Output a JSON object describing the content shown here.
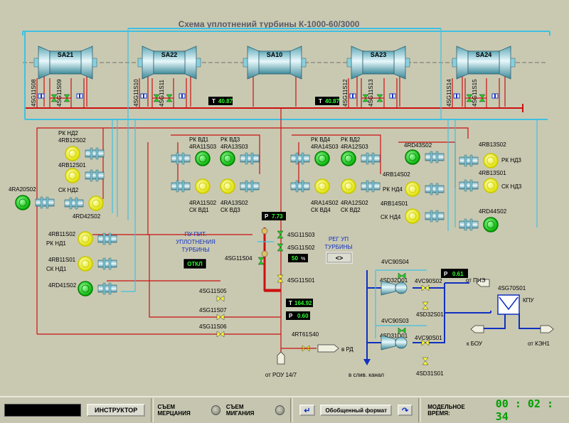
{
  "title": "Схема уплотнений турбины К-1000-60/3000",
  "cylinders": [
    "SA21",
    "SA22",
    "SA10",
    "SA23",
    "SA24"
  ],
  "valve_tags": [
    "4SG11S08",
    "4SG11S09",
    "4SG11S10",
    "4SG11S11",
    "4SG11S12",
    "4SG11S13",
    "4SG11S14",
    "4SG11S15"
  ],
  "temp_readouts": [
    {
      "tag": "T",
      "value": "40.87"
    },
    {
      "tag": "T",
      "value": "40.87"
    }
  ],
  "pump_labels": [
    {
      "l1": "РК НД2",
      "l2": "4RB12S02"
    },
    {
      "l1": "4RB12S01",
      "l2": "СК НД2"
    },
    {
      "l1": "РК ВД1",
      "l2": "4RA11S03"
    },
    {
      "l1": "РК ВД3",
      "l2": "4RA13S03"
    },
    {
      "l1": "РК ВД4",
      "l2": "4RA14S03"
    },
    {
      "l1": "РК ВД2",
      "l2": "4RA12S03"
    },
    {
      "l1": "4RA11S02",
      "l2": "СК ВД1"
    },
    {
      "l1": "4RA13S02",
      "l2": "СК ВД3"
    },
    {
      "l1": "4RA14S02",
      "l2": "СК ВД4"
    },
    {
      "l1": "4RA12S02",
      "l2": "СК ВД2"
    },
    {
      "l1": "4RD43S02",
      "l2": ""
    },
    {
      "l1": "4RB14S02",
      "l2": "РК НД4"
    },
    {
      "l1": "4RB14S01",
      "l2": "СК НД4"
    },
    {
      "l1": "4RB13S02",
      "l2": "РК НД3"
    },
    {
      "l1": "4RB13S01",
      "l2": "СК НД3"
    },
    {
      "l1": "4RD44S02",
      "l2": ""
    },
    {
      "l1": "4RA20S02",
      "l2": ""
    },
    {
      "l1": "4RD42S02",
      "l2": ""
    },
    {
      "l1": "4RB11S02",
      "l2": "РК НД1"
    },
    {
      "l1": "4RB11S01",
      "l2": "СК НД1"
    },
    {
      "l1": "4RD41S02",
      "l2": ""
    }
  ],
  "center": {
    "p_top": {
      "tag": "P",
      "value": "7.73"
    },
    "valves": [
      "4SG11S03",
      "4SG11S02",
      "4SG11S04",
      "4SG11S01",
      "4SG11S05",
      "4SG11S07",
      "4SG11S06"
    ],
    "pos_value": "50",
    "pos_unit": "%",
    "t_mid": {
      "tag": "T",
      "value": "164.92"
    },
    "p_mid": {
      "tag": "P",
      "value": "0.60"
    },
    "rt_valve": "4RT61S40",
    "to_rd": "в РД",
    "from_rou": "от РОУ 14/7"
  },
  "pu_pit": {
    "lines": [
      "ПУ ПИТ.",
      "УПЛОТНЕНИЯ",
      "ТУРБИНЫ"
    ],
    "button": "ОТКЛ"
  },
  "reg_up": {
    "lines": [
      "РЕГ УП",
      "ТУРБИНЫ"
    ],
    "button": "<>"
  },
  "right": {
    "valves_top": [
      "4VC90S04",
      "4SD32D01",
      "4VC90S02",
      "4SD32S01"
    ],
    "valves_bot": [
      "4VC90S03",
      "4SD31D01",
      "4VC90S01",
      "4SD31S01"
    ],
    "p_readout": {
      "tag": "P",
      "value": "0.61"
    },
    "from_pne": "от ПНЭ",
    "kpu_tag": "4SG70S01",
    "kpu": "КПУ",
    "to_bou": "к БОУ",
    "from_ken": "от КЭН1",
    "drain": "в слив. канал"
  },
  "bottom": {
    "instructor": "ИНСТРУКТОР",
    "flicker_label": "СЪЕМ МЕРЦАНИЯ",
    "blink_label": "СЪЕМ МИГАНИЯ",
    "format": "Обобщенный формат",
    "model_time_label": "МОДЕЛЬНОЕ ВРЕМЯ:",
    "model_time": "00 : 02 : 34"
  },
  "colors": {
    "background": "#c9c9b2",
    "pipe_red": "#cc1010",
    "pipe_cyan": "#40c0e0",
    "pipe_blue": "#1030c0",
    "pump_yellow": "#ffff30",
    "pump_green": "#10d010",
    "time_green": "#00a000"
  }
}
